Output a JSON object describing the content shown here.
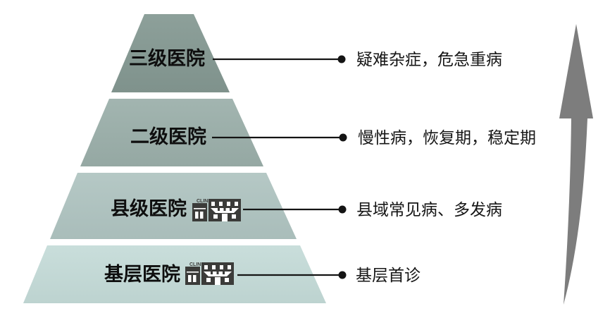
{
  "diagram": {
    "kind": "pyramid-hierarchy",
    "arrow": {
      "direction": "up",
      "color": "#7d7d7d"
    },
    "connector_color": "#141414",
    "clinic_icon_label": "CLINIC",
    "tiers": [
      {
        "rank": 1,
        "label": "三级医院",
        "description": "疑难杂症，危急重病",
        "color": "#879a94",
        "clinic_icon": false
      },
      {
        "rank": 2,
        "label": "二级医院",
        "description": "慢性病，恢复期，稳定期",
        "color": "#9fb2ad",
        "clinic_icon": false
      },
      {
        "rank": 3,
        "label": "县级医院",
        "description": "县域常见病、多发病",
        "color": "#b2c4c1",
        "clinic_icon": true
      },
      {
        "rank": 4,
        "label": "基层医院",
        "description": "基层首诊",
        "color": "#c8dcd9",
        "clinic_icon": true
      }
    ]
  }
}
